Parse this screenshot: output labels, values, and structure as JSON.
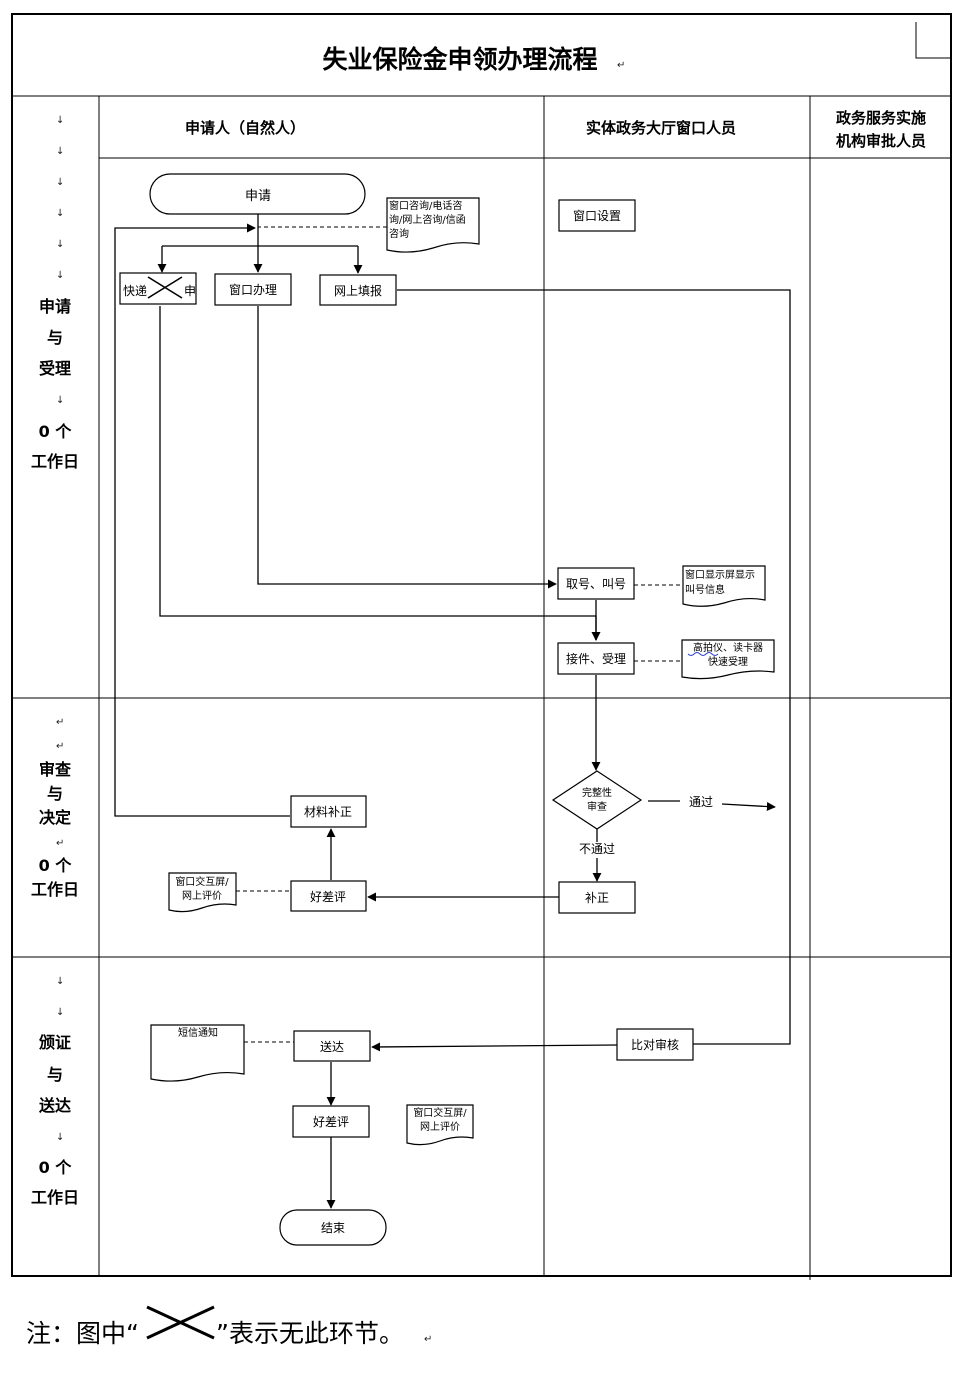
{
  "title": "失业保险金申领办理流程",
  "lanes": {
    "applicant": "申请人（自然人）",
    "window_staff": "实体政务大厅窗口人员",
    "approver_line1": "政务服务实施",
    "approver_line2": "机构审批人员"
  },
  "stages": {
    "accept": {
      "line1": "申请",
      "line2": "与",
      "line3": "受理",
      "days": "0 个",
      "unit": "工作日"
    },
    "review": {
      "line1": "审查",
      "line2": "与",
      "line3": "决定",
      "days": "0 个",
      "unit": "工作日"
    },
    "deliver": {
      "line1": "颁证",
      "line2": "与",
      "line3": "送达",
      "days": "0 个",
      "unit": "工作日"
    }
  },
  "nodes": {
    "apply": "申请",
    "express_left": "快递",
    "express_right": "申",
    "window_handle": "窗口办理",
    "online_fill": "网上填报",
    "window_setup": "窗口设置",
    "take_number": "取号、叫号",
    "receive": "接件、受理",
    "completeness_line1": "完整性",
    "completeness_line2": "审查",
    "pass": "通过",
    "fail": "不通过",
    "correction": "补正",
    "feedback_1": "好差评",
    "material_fix": "材料补正",
    "compare_review": "比对审核",
    "deliver": "送达",
    "feedback_2": "好差评",
    "end": "结束"
  },
  "docs": {
    "consult_line1": "窗口咨询/电话咨",
    "consult_line2": "询/网上咨询/信函",
    "consult_line3": "咨询",
    "screen_line1": "窗口显示屏显示",
    "screen_line2": "叫号信息",
    "scanner_line1": "高拍仪、读卡器",
    "scanner_line2": "快速受理",
    "eval1_line1": "窗口交互屏/",
    "eval1_line2": "网上评价",
    "sms": "短信通知",
    "eval2_line1": "窗口交互屏/",
    "eval2_line2": "网上评价"
  },
  "note": {
    "prefix": "注：图中“",
    "suffix": "”表示无此环节。"
  }
}
